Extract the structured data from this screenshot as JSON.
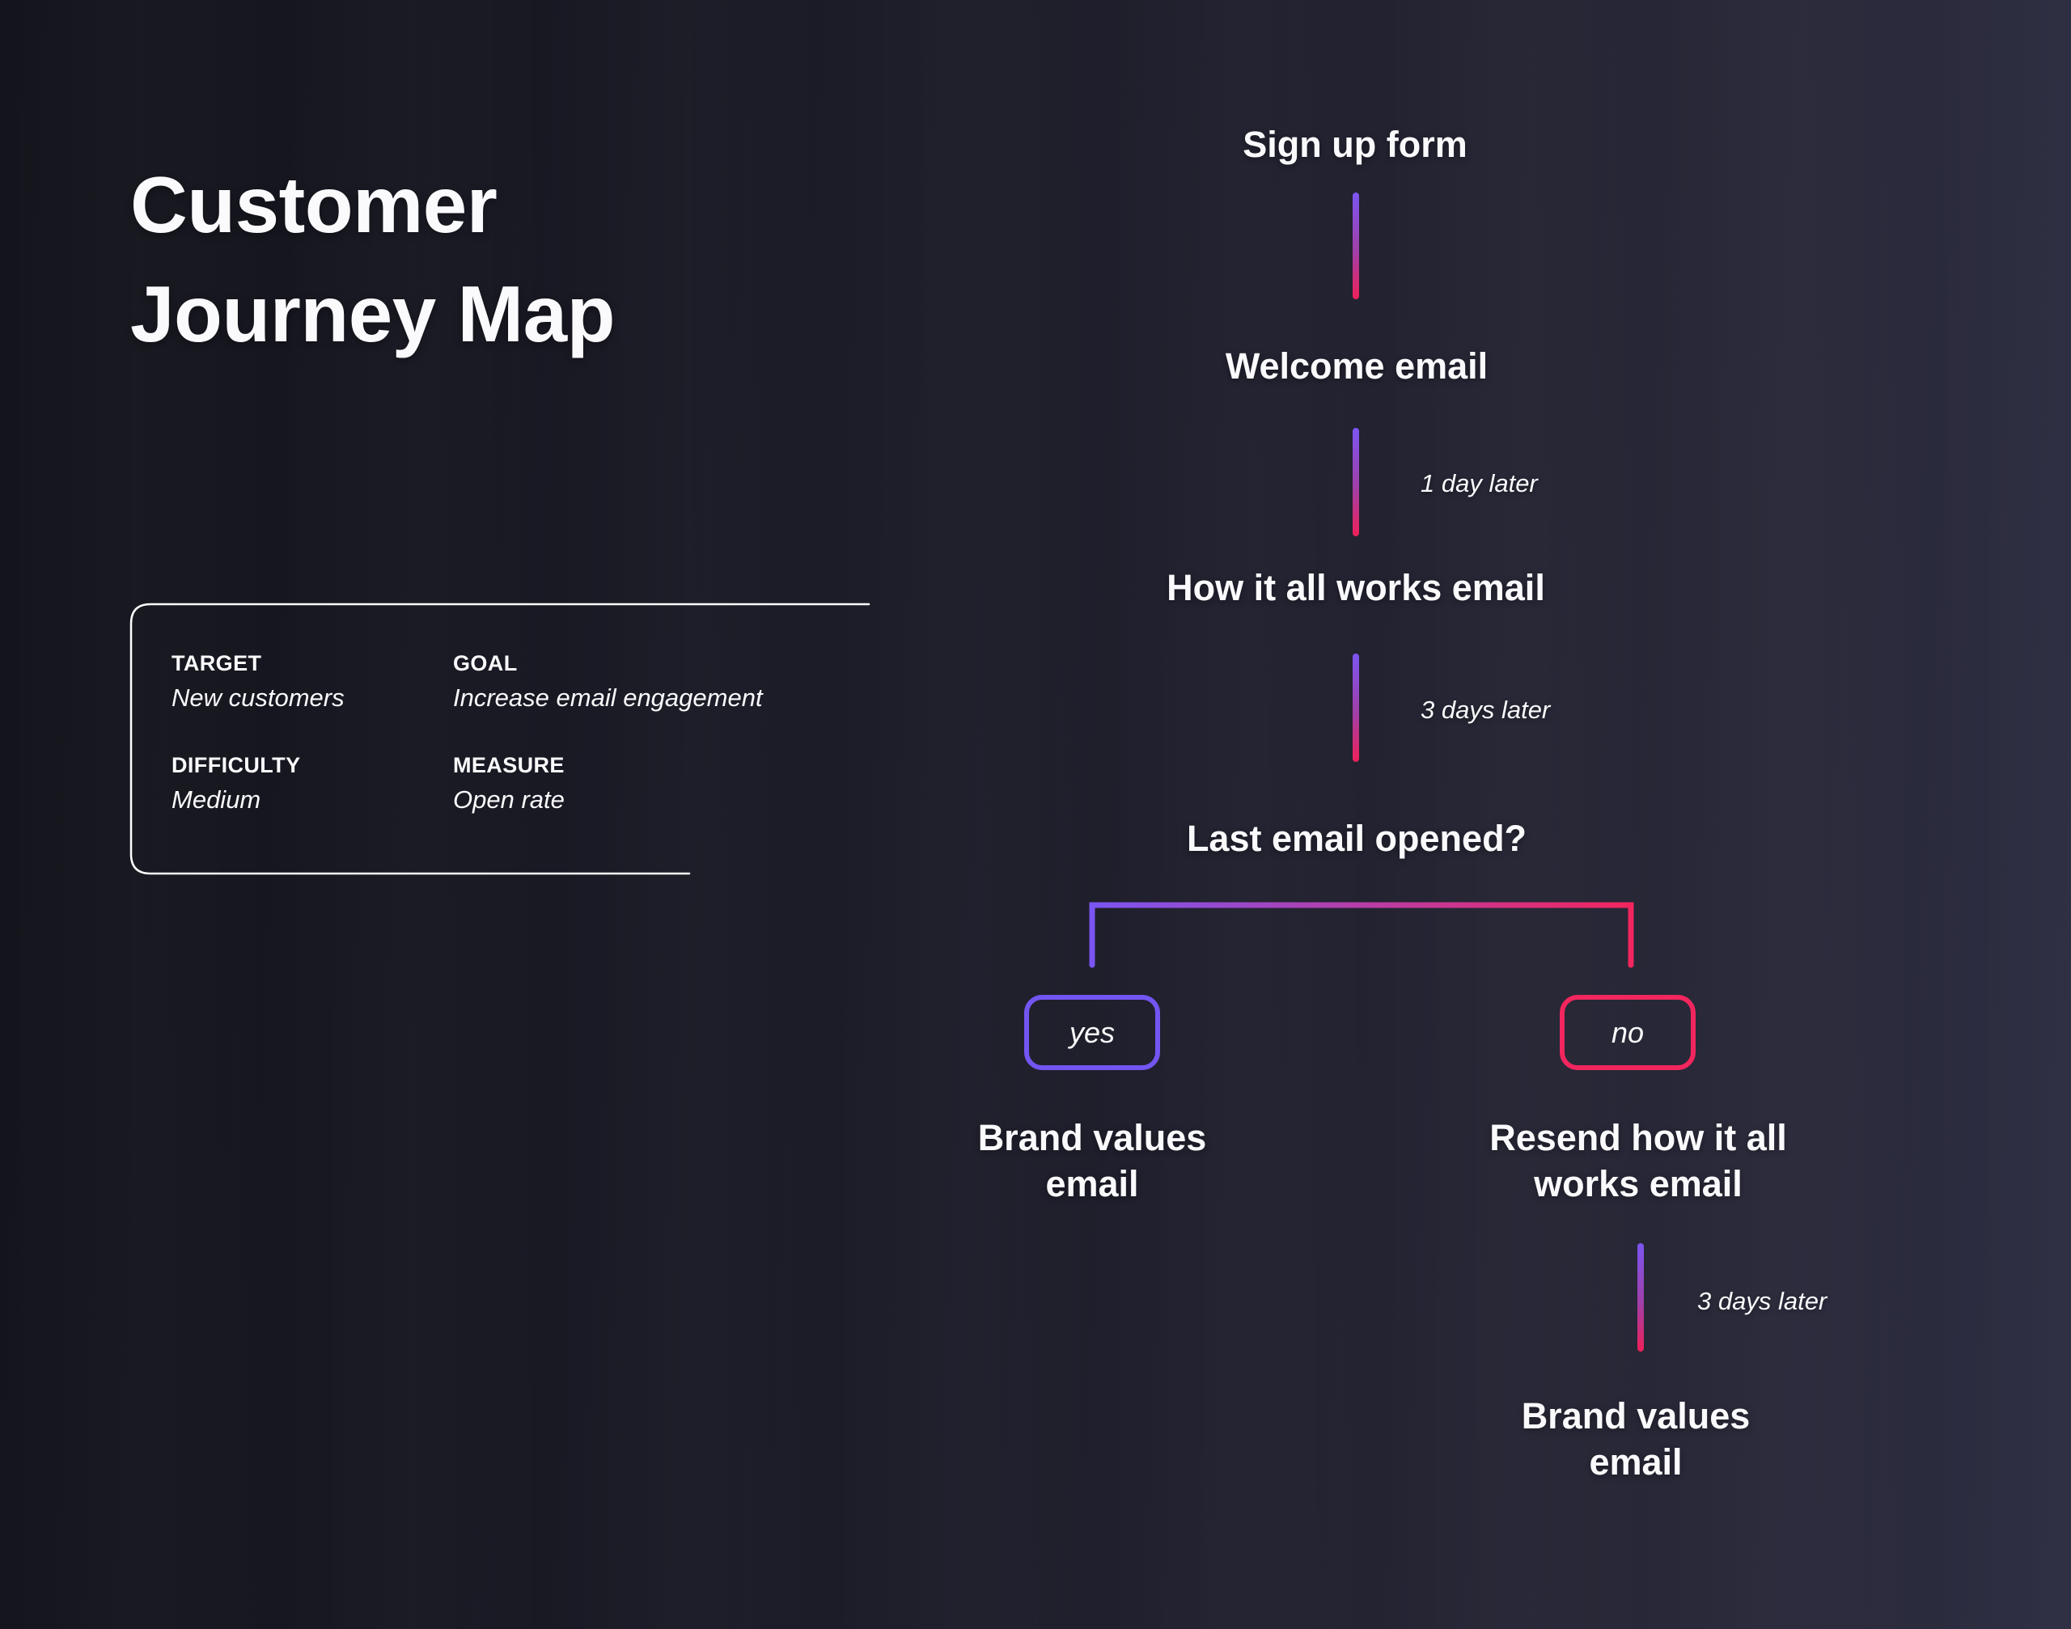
{
  "page": {
    "title": "Customer Journey Map"
  },
  "colors": {
    "background_left": "#14141C",
    "background_right": "#2D2D42",
    "text": "#FAFAFC",
    "gradient_purple": "#7B55F2",
    "gradient_pink": "#EF2059",
    "yes_border": "#7355F2",
    "no_border": "#F2265E",
    "card_border": "#FFFFFF"
  },
  "info_card": {
    "fields": [
      {
        "label": "TARGET",
        "value": "New customers"
      },
      {
        "label": "GOAL",
        "value": "Increase email engagement"
      },
      {
        "label": "DIFFICULTY",
        "value": "Medium"
      },
      {
        "label": "MEASURE",
        "value": "Open rate"
      }
    ]
  },
  "flow": {
    "signup_label": "Sign up form",
    "welcome_label": "Welcome email",
    "delay_1": "1 day later",
    "how_works_label": "How it all works email",
    "delay_2": "3 days later",
    "decision_label": "Last email opened?",
    "yes_label": "yes",
    "no_label": "no",
    "brand_values_yes": {
      "line1": "Brand values",
      "line2": "email"
    },
    "resend": {
      "line1": "Resend how it all",
      "line2": "works email"
    },
    "delay_3": "3 days later",
    "brand_values_no": {
      "line1": "Brand values",
      "line2": "email"
    }
  }
}
